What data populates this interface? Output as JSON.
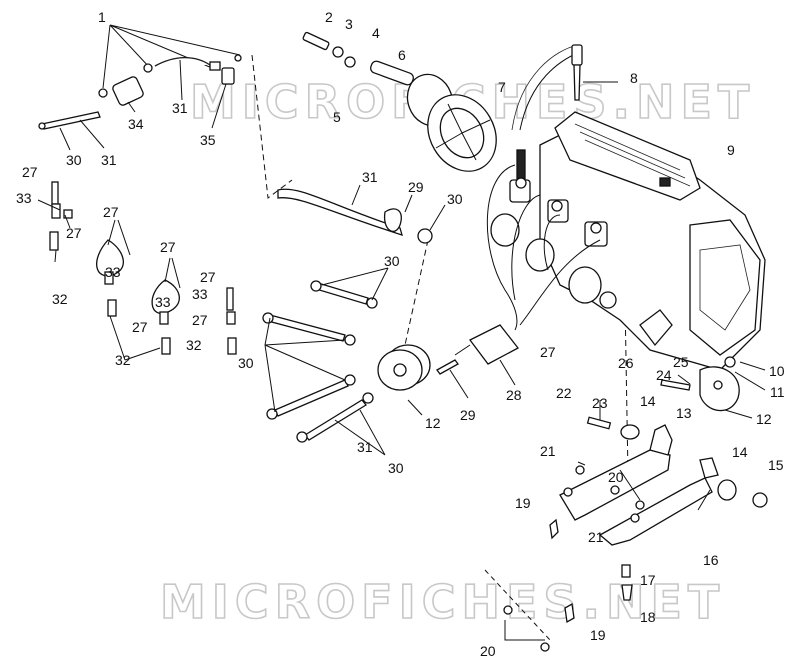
{
  "watermarks": [
    "MICROFICHES.NET",
    "MICROFICHES.NET"
  ],
  "callouts": [
    {
      "id": "c1",
      "text": "1"
    },
    {
      "id": "c2",
      "text": "2"
    },
    {
      "id": "c3",
      "text": "3"
    },
    {
      "id": "c4",
      "text": "4"
    },
    {
      "id": "c5",
      "text": "5"
    },
    {
      "id": "c6",
      "text": "6"
    },
    {
      "id": "c7",
      "text": "7"
    },
    {
      "id": "c8",
      "text": "8"
    },
    {
      "id": "c9",
      "text": "9"
    },
    {
      "id": "c10",
      "text": "10"
    },
    {
      "id": "c11",
      "text": "11"
    },
    {
      "id": "c12a",
      "text": "12"
    },
    {
      "id": "c12b",
      "text": "12"
    },
    {
      "id": "c13",
      "text": "13"
    },
    {
      "id": "c14a",
      "text": "14"
    },
    {
      "id": "c14b",
      "text": "14"
    },
    {
      "id": "c15",
      "text": "15"
    },
    {
      "id": "c16",
      "text": "16"
    },
    {
      "id": "c17",
      "text": "17"
    },
    {
      "id": "c18",
      "text": "18"
    },
    {
      "id": "c19a",
      "text": "19"
    },
    {
      "id": "c19b",
      "text": "19"
    },
    {
      "id": "c20a",
      "text": "20"
    },
    {
      "id": "c20b",
      "text": "20"
    },
    {
      "id": "c21a",
      "text": "21"
    },
    {
      "id": "c21b",
      "text": "21"
    },
    {
      "id": "c22",
      "text": "22"
    },
    {
      "id": "c23",
      "text": "23"
    },
    {
      "id": "c24",
      "text": "24"
    },
    {
      "id": "c25",
      "text": "25"
    },
    {
      "id": "c26",
      "text": "26"
    },
    {
      "id": "c27a",
      "text": "27"
    },
    {
      "id": "c27b",
      "text": "27"
    },
    {
      "id": "c27c",
      "text": "27"
    },
    {
      "id": "c27d",
      "text": "27"
    },
    {
      "id": "c27e",
      "text": "27"
    },
    {
      "id": "c27f",
      "text": "27"
    },
    {
      "id": "c27g",
      "text": "27"
    },
    {
      "id": "c27h",
      "text": "27"
    },
    {
      "id": "c28",
      "text": "28"
    },
    {
      "id": "c29a",
      "text": "29"
    },
    {
      "id": "c29b",
      "text": "29"
    },
    {
      "id": "c30a",
      "text": "30"
    },
    {
      "id": "c30b",
      "text": "30"
    },
    {
      "id": "c30c",
      "text": "30"
    },
    {
      "id": "c30d",
      "text": "30"
    },
    {
      "id": "c30e",
      "text": "30"
    },
    {
      "id": "c31a",
      "text": "31"
    },
    {
      "id": "c31b",
      "text": "31"
    },
    {
      "id": "c31c",
      "text": "31"
    },
    {
      "id": "c31d",
      "text": "31"
    },
    {
      "id": "c32a",
      "text": "32"
    },
    {
      "id": "c32b",
      "text": "32"
    },
    {
      "id": "c32c",
      "text": "32"
    },
    {
      "id": "c33a",
      "text": "33"
    },
    {
      "id": "c33b",
      "text": "33"
    },
    {
      "id": "c33c",
      "text": "33"
    },
    {
      "id": "c33d",
      "text": "33"
    },
    {
      "id": "c34",
      "text": "34"
    },
    {
      "id": "c35",
      "text": "35"
    }
  ]
}
